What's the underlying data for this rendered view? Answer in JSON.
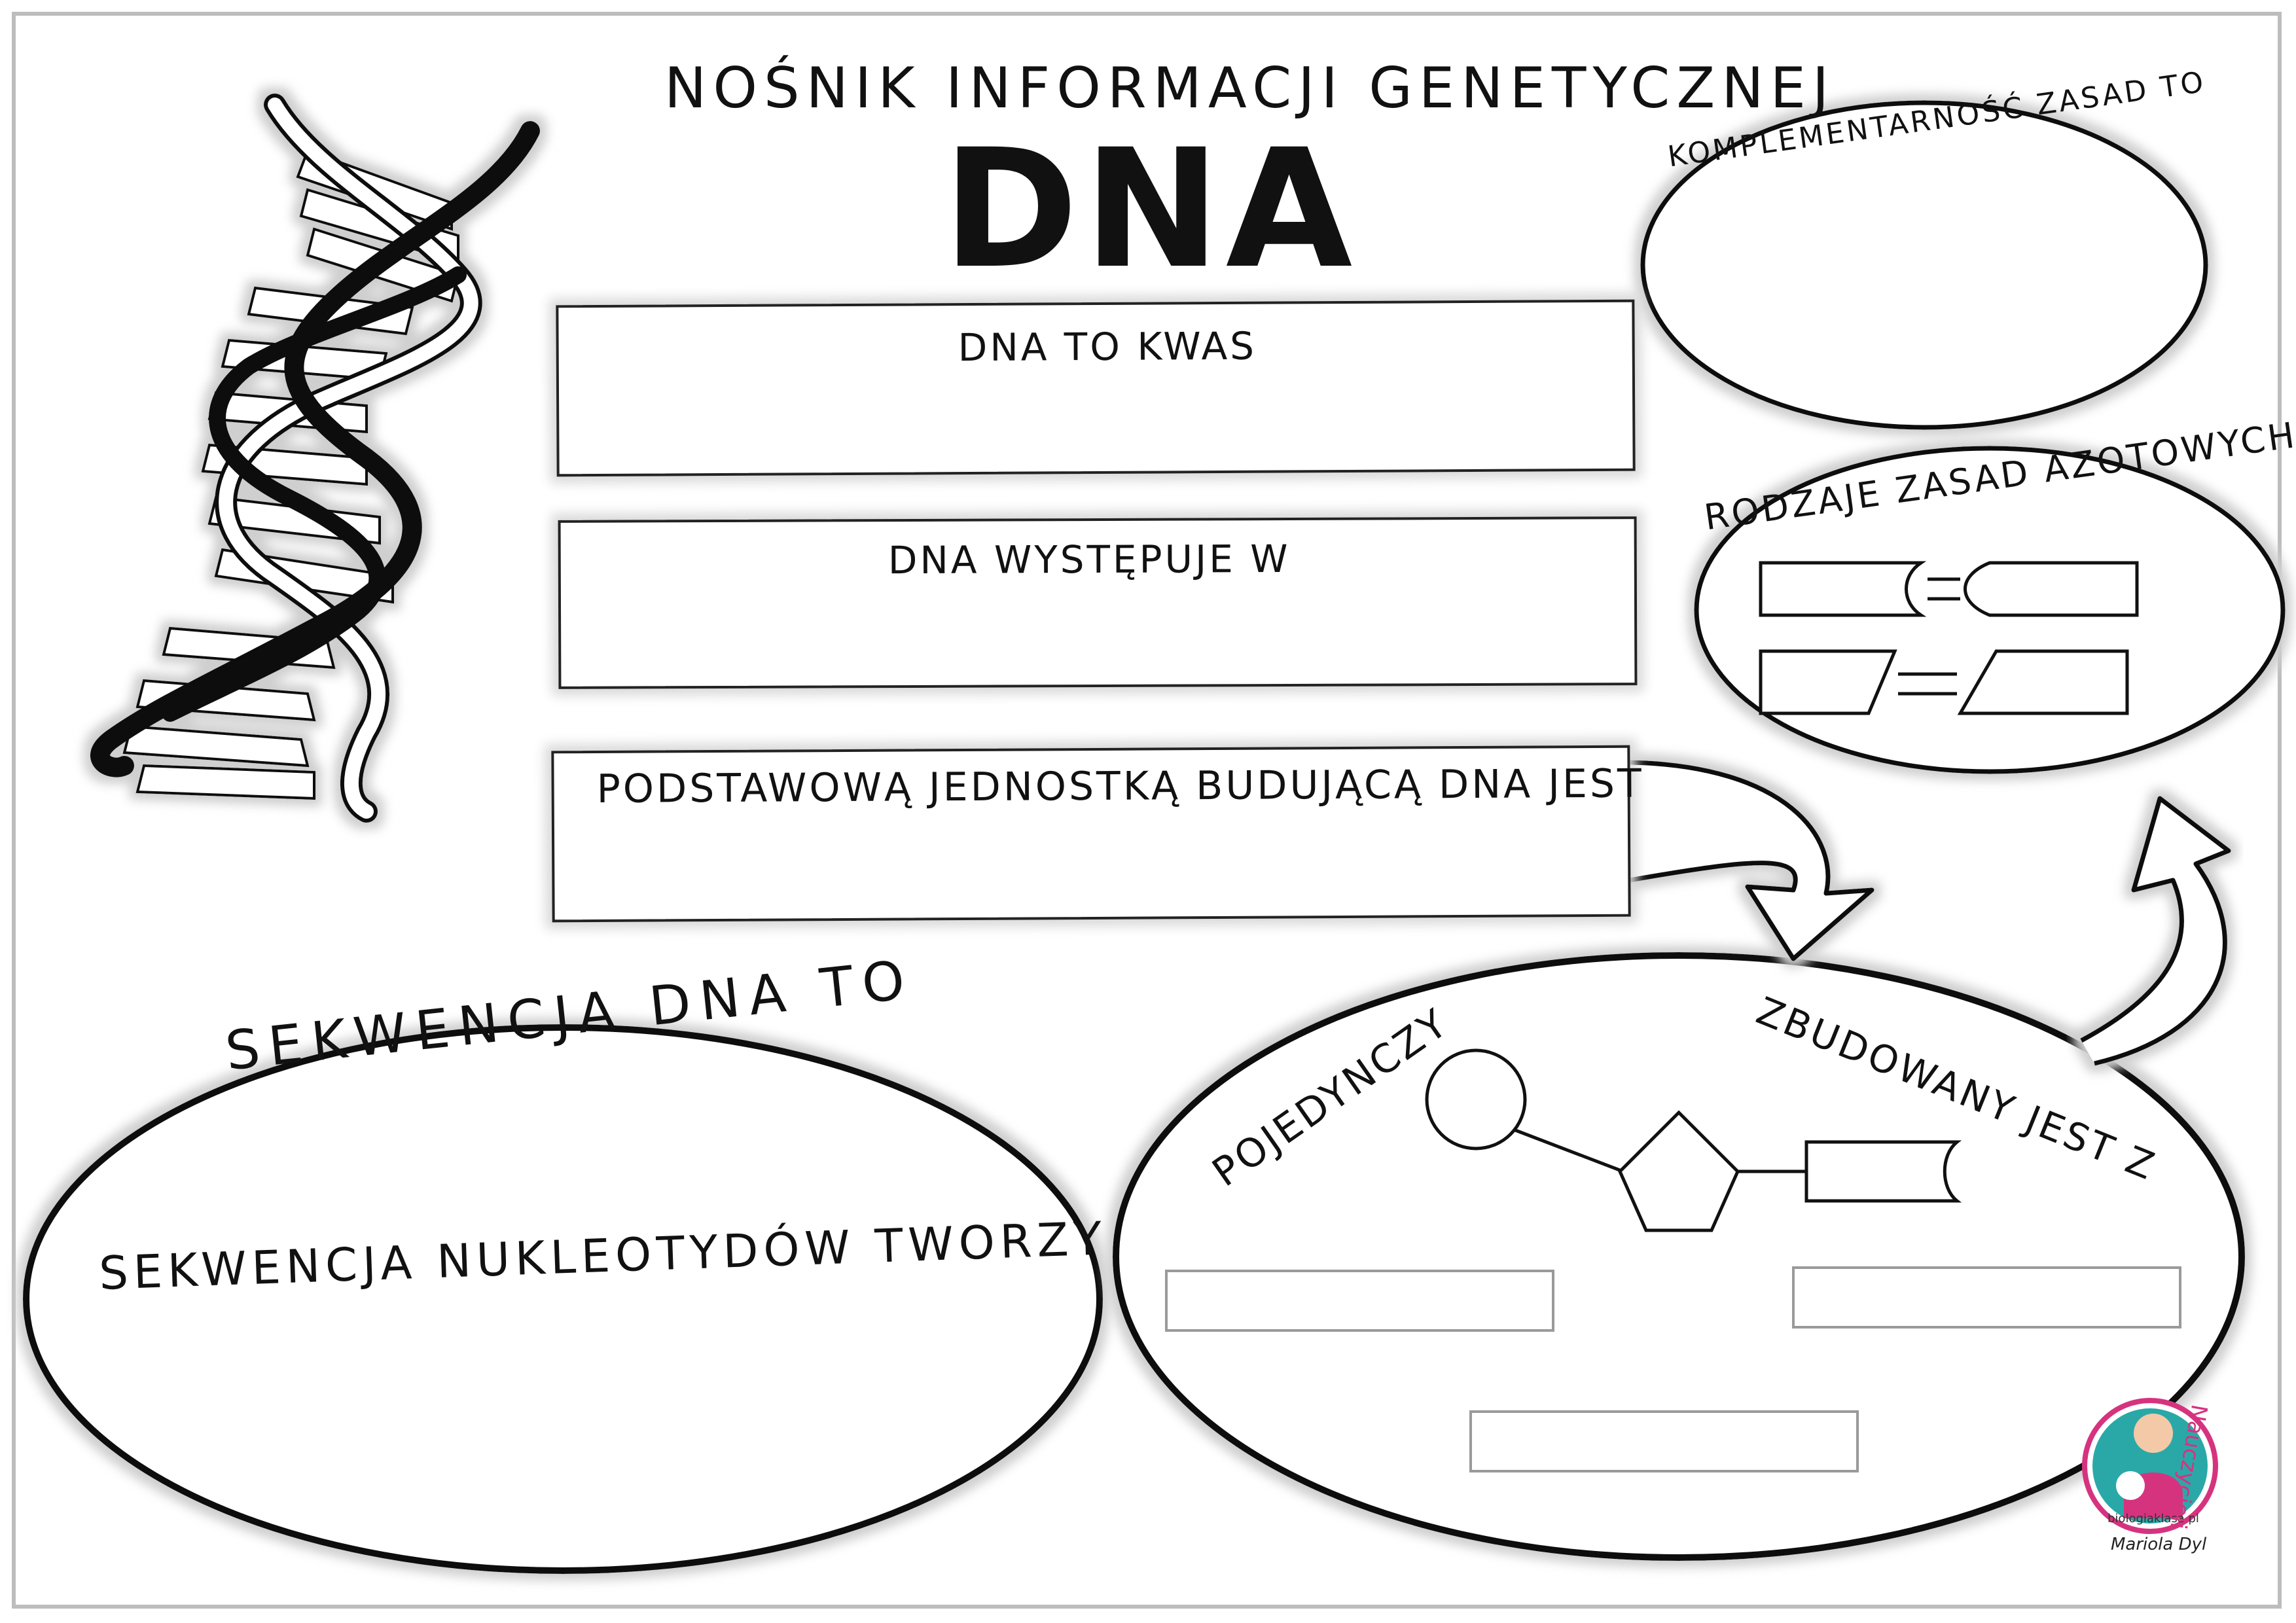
{
  "header": {
    "subtitle": "NOŚNIK INFORMACJI GENETYCZNEJ",
    "title": "DNA"
  },
  "boxes": {
    "box1": "DNA TO KWAS",
    "box2": "DNA WYSTĘPUJE W",
    "box3": "PODSTAWOWĄ JEDNOSTKĄ BUDUJĄCĄ DNA  JEST"
  },
  "ovals": {
    "complementarity": "KOMPLEMENTARNOŚĆ  ZASAD TO",
    "bases_types": "RODZAJE ZASAD AZOTOWYCH",
    "sequence_top": "SEKWENCJA  DNA  TO",
    "sequence_bottom": "SEKWENCJA  NUKLEOTYDÓW TWORZY",
    "single": "POJEDYNCZY",
    "built": "ZBUDOWANY JEST Z"
  },
  "logo": {
    "site": "biologiaklasa.pl",
    "brand": "Nauczycieli",
    "author": "Mariola Dyl"
  },
  "icons": [
    "dna-helix-icon",
    "arrow-icon",
    "phosphate-circle-icon",
    "pentose-pentagon-icon",
    "base-rectangle-icon"
  ],
  "colors": {
    "ink": "#111111",
    "shadow": "#d9d9d9",
    "blank_border": "#9a9a9a",
    "logo_pink": "#d6337f",
    "logo_teal": "#2aa8a8"
  }
}
